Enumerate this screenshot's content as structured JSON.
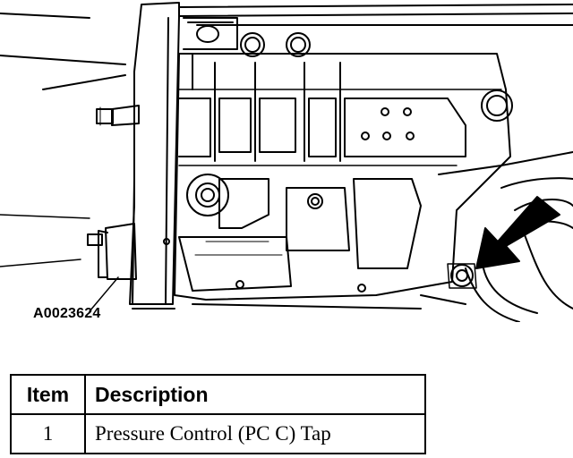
{
  "figure_id": "A0023624",
  "legend": {
    "headers": {
      "item": "Item",
      "description": "Description"
    },
    "rows": [
      {
        "item": "1",
        "description": "Pressure Control (PC C) Tap"
      }
    ]
  },
  "callout_icon": "arrow-icon"
}
